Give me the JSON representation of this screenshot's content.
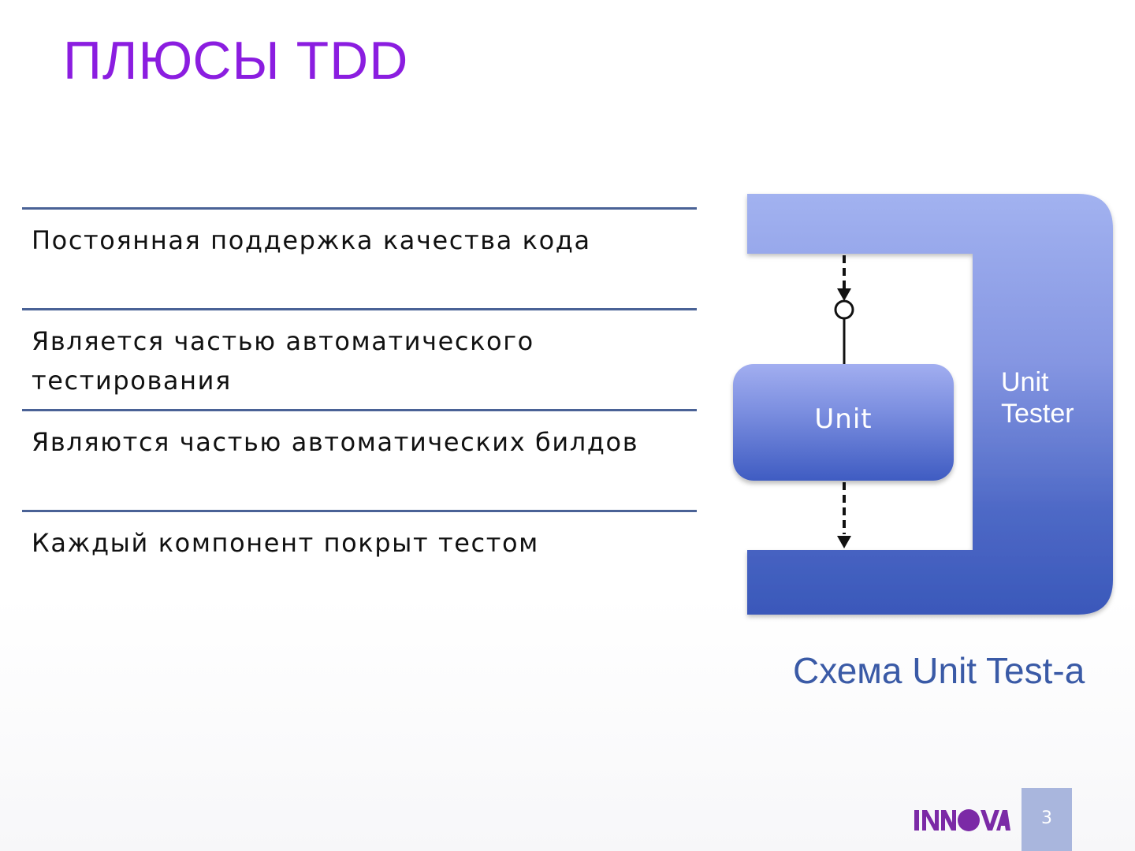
{
  "slide": {
    "title": "ПЛЮСЫ TDD",
    "bullets": [
      {
        "text": "Постоянная поддержка качества кода"
      },
      {
        "text": "Является частью автоматического тестирования"
      },
      {
        "text": "Являются частью автоматических билдов"
      },
      {
        "text": "Каждый компонент покрыт тестом"
      }
    ],
    "page_number": "3"
  },
  "diagram": {
    "unit_label": "Unit",
    "tester_label_line1": "Unit",
    "tester_label_line2": "Tester",
    "caption": "Схема Unit Test-a"
  },
  "colors": {
    "title": "#8b1de0",
    "divider": "#4a6296",
    "tester_top": "#a2b2f0",
    "tester_bottom": "#3a58ba",
    "caption": "#3a5aa6",
    "logo": "#7b2aa6",
    "page_box": "#a9b6dd"
  }
}
